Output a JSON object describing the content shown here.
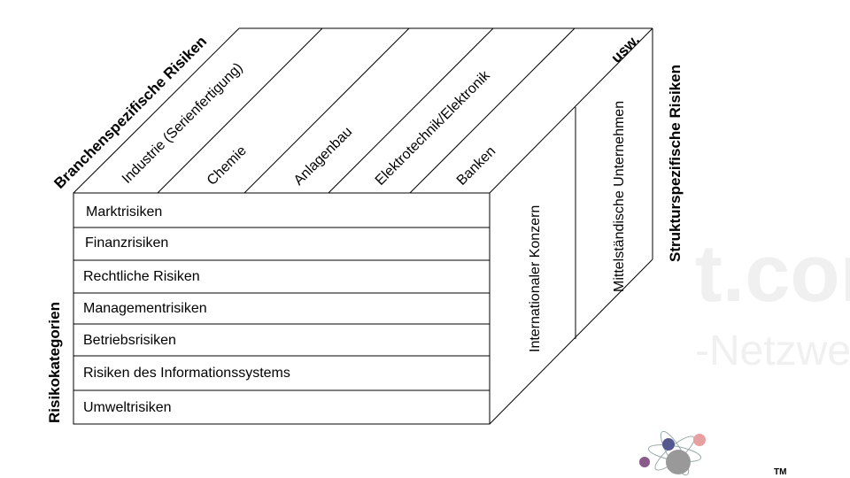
{
  "axes": {
    "industries_title": "Branchenspezifische Risiken",
    "categories_title": "Risikokategorien",
    "structure_title": "Strukturspezifische Risiken"
  },
  "industries": [
    "Industrie (Serienfertigung)",
    "Chemie",
    "Anlagenbau",
    "Elektrotechnik/Elektronik",
    "Banken"
  ],
  "etc_label": "usw.",
  "risk_categories": [
    "Marktrisiken",
    "Finanzrisiken",
    "Rechtliche Risiken",
    "Managementrisiken",
    "Betriebsrisiken",
    "Risiken des Informationssystems",
    "Umweltrisiken"
  ],
  "structures": [
    "Internationaler Konzern",
    "Mittelständische Unternehmen"
  ],
  "watermark": {
    "line1": "t.com",
    "line2": "-Netzwerk!"
  },
  "logo": {
    "trademark": "TM"
  }
}
